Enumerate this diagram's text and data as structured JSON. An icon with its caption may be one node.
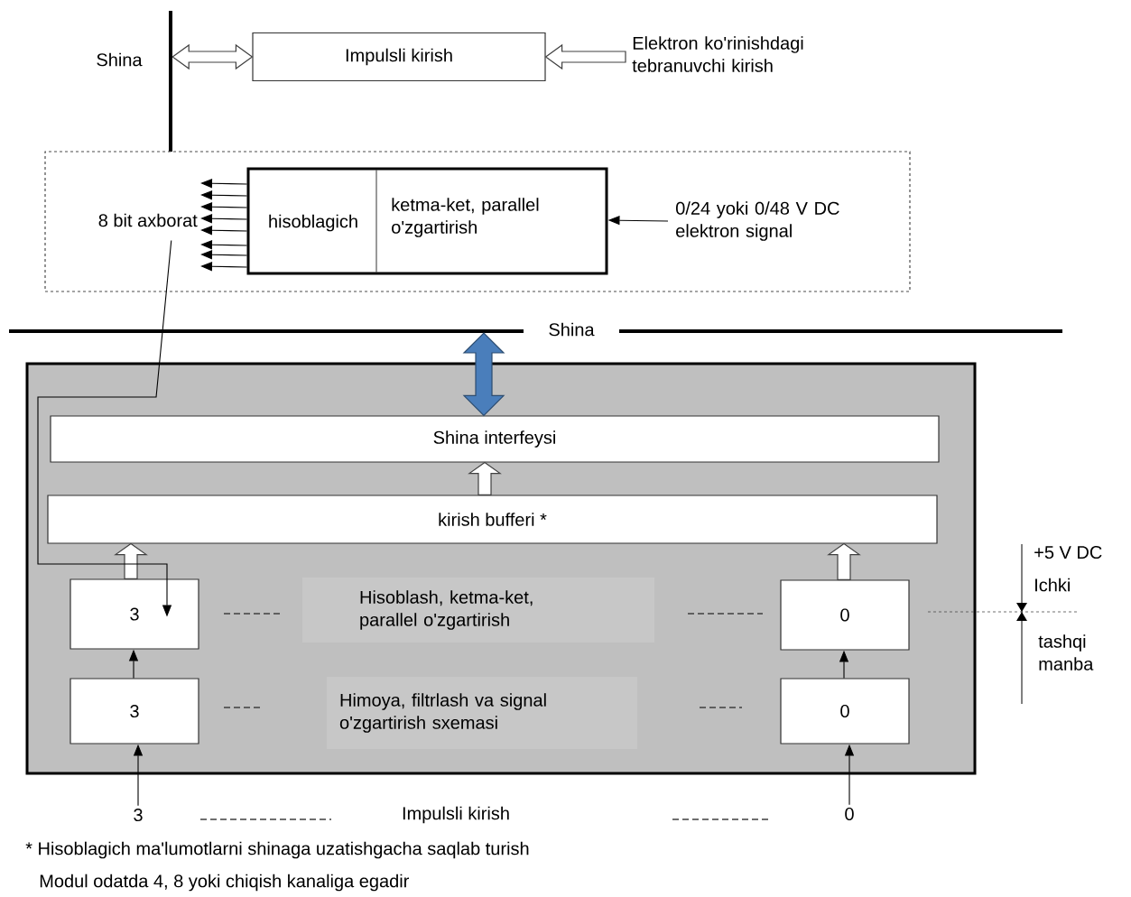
{
  "diagram": {
    "nodes": [
      {
        "text": [],
        "shape": "bar",
        "beside": [
          "Shina"
        ]
      },
      {
        "text": [
          "Impulsli kirish"
        ]
      },
      {
        "text": [
          "Elektron ko'rinishdagi tebranuvchi kirish"
        ]
      },
      {
        "text": [],
        "shape": "box"
      },
      {
        "text": [
          "hisoblagich",
          "ketma-ket, parallel o'zgartirish"
        ],
        "in": 3
      },
      {
        "text": [
          "8 bit axborat"
        ],
        "in": 3
      },
      {
        "text": [
          "0/24 yoki 0/48 V DC elektron signal"
        ],
        "in": 3
      },
      {
        "text": [
          "Shina"
        ]
      },
      {
        "text": [],
        "shape": "box"
      },
      {
        "text": [
          "Shina interfeysi"
        ],
        "in": 8
      },
      {
        "text": [
          "kirish bufferi *"
        ],
        "in": 8
      },
      {
        "text": [
          "3"
        ],
        "in": 8
      },
      {
        "text": [
          "Hisoblash, ketma-ket, parallel o'zgartirish"
        ],
        "in": 8
      },
      {
        "text": [
          "0"
        ],
        "in": 8
      },
      {
        "text": [
          "3"
        ],
        "in": 8
      },
      {
        "text": [
          "Himoya, filtrlash va signal o'zgartirish sxemasi"
        ],
        "in": 8
      },
      {
        "text": [
          "0"
        ],
        "in": 8
      },
      {
        "text": [
          "3"
        ]
      },
      {
        "text": [
          "Impulsli kirish"
        ]
      },
      {
        "text": [
          "0"
        ]
      }
    ],
    "edges": [
      {
        "from": 0,
        "to": 1,
        "arrow": "both",
        "style": "thick"
      },
      {
        "from": 2,
        "to": 1,
        "arrow": "to",
        "style": "thick"
      },
      {
        "from": 4,
        "to": 5,
        "arrow": "to"
      },
      {
        "from": 4,
        "to": 5,
        "arrow": "to"
      },
      {
        "from": 4,
        "to": 5,
        "arrow": "to"
      },
      {
        "from": 4,
        "to": 5,
        "arrow": "to"
      },
      {
        "from": 4,
        "to": 5,
        "arrow": "to"
      },
      {
        "from": 4,
        "to": 5,
        "arrow": "to"
      },
      {
        "from": 4,
        "to": 5,
        "arrow": "to"
      },
      {
        "from": 4,
        "to": 5,
        "arrow": "to"
      },
      {
        "from": 6,
        "to": 4,
        "arrow": "to"
      },
      {
        "from": 7,
        "to": 9,
        "arrow": "both",
        "style": "thick",
        "color": "#4a7ebb"
      },
      {
        "from": 10,
        "to": 9,
        "arrow": "to",
        "style": "thick"
      },
      {
        "from": 11,
        "to": 10,
        "arrow": "to",
        "style": "thick"
      },
      {
        "from": 13,
        "to": 10,
        "arrow": "to",
        "style": "thick"
      },
      {
        "from": 14,
        "to": 11,
        "arrow": "to"
      },
      {
        "from": 16,
        "to": 13,
        "arrow": "to"
      },
      {
        "from": 17,
        "to": 14,
        "arrow": "to"
      },
      {
        "from": 19,
        "to": 16,
        "arrow": "to"
      },
      {
        "from": 5,
        "to": 11,
        "arrow": "to"
      }
    ],
    "labels": [
      "+5 V DC",
      "Ichki",
      "tashqi manba",
      "* Hisoblagich ma'lumotlarni shinaga uzatishgacha saqlab turish",
      "Modul odatda 4, 8 yoki chiqish kanaliga egadir"
    ]
  }
}
